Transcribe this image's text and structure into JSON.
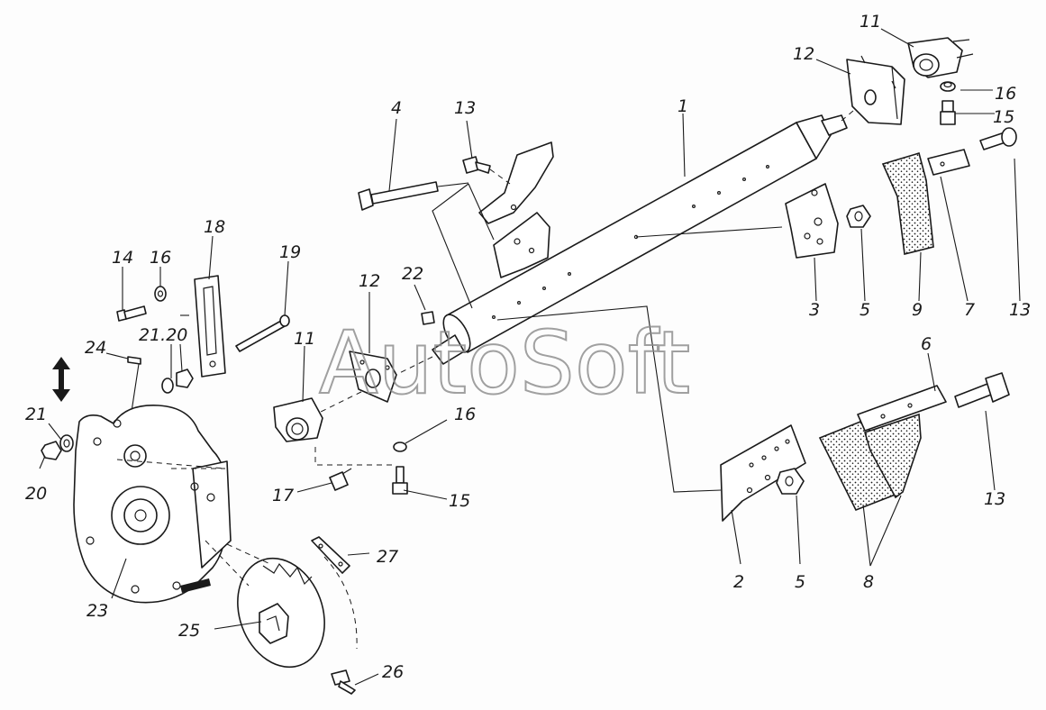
{
  "watermark": "AutoSoft",
  "callouts": {
    "c1": "1",
    "c2": "2",
    "c3": "3",
    "c4": "4",
    "c5a": "5",
    "c5b": "5",
    "c6": "6",
    "c7": "7",
    "c8": "8",
    "c9": "9",
    "c11a": "11",
    "c11b": "11",
    "c12a": "12",
    "c12b": "12",
    "c13a": "13",
    "c13b": "13",
    "c13c": "13",
    "c14": "14",
    "c15a": "15",
    "c15b": "15",
    "c16a": "16",
    "c16b": "16",
    "c16c": "16",
    "c17": "17",
    "c18": "18",
    "c19": "19",
    "c20a": "20",
    "c21a": "21",
    "c2120": "21.20",
    "c22": "22",
    "c23": "23",
    "c24": "24",
    "c25": "25",
    "c26": "26",
    "c27": "27"
  }
}
